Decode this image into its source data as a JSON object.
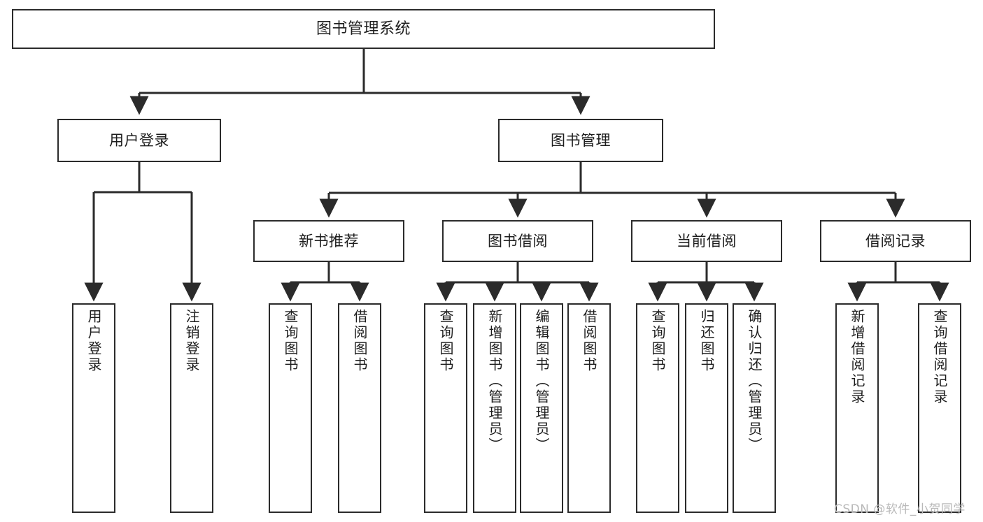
{
  "diagram": {
    "title": "图书管理系统",
    "type": "tree-hierarchy",
    "orientation": "top-down",
    "colors": {
      "box_border": "#2b2b2b",
      "box_fill": "#ffffff",
      "edge": "#2b2b2b",
      "text": "#1d1d1d",
      "watermark": "#b9b9b9",
      "background": "#ffffff"
    }
  },
  "watermark": {
    "text": "CSDN @软件_小贺同学"
  },
  "nodes": {
    "root": {
      "label": "图书管理系统"
    },
    "level2": [
      {
        "label": "用户登录"
      },
      {
        "label": "图书管理"
      }
    ],
    "level3": [
      {
        "label": "新书推荐"
      },
      {
        "label": "图书借阅"
      },
      {
        "label": "当前借阅"
      },
      {
        "label": "借阅记录"
      }
    ],
    "leaves": {
      "user_login": [
        {
          "label": "用户登录"
        },
        {
          "label": "注销登录"
        }
      ],
      "new_book_recommend": [
        {
          "label": "查询图书"
        },
        {
          "label": "借阅图书"
        }
      ],
      "book_borrow": [
        {
          "label": "查询图书"
        },
        {
          "label": "新增图书（管理员）"
        },
        {
          "label": "编辑图书（管理员）"
        },
        {
          "label": "借阅图书"
        }
      ],
      "current_borrow": [
        {
          "label": "查询图书"
        },
        {
          "label": "归还图书"
        },
        {
          "label": "确认归还（管理员）"
        }
      ],
      "borrow_record": [
        {
          "label": "新增借阅记录"
        },
        {
          "label": "查询借阅记录"
        }
      ]
    }
  }
}
